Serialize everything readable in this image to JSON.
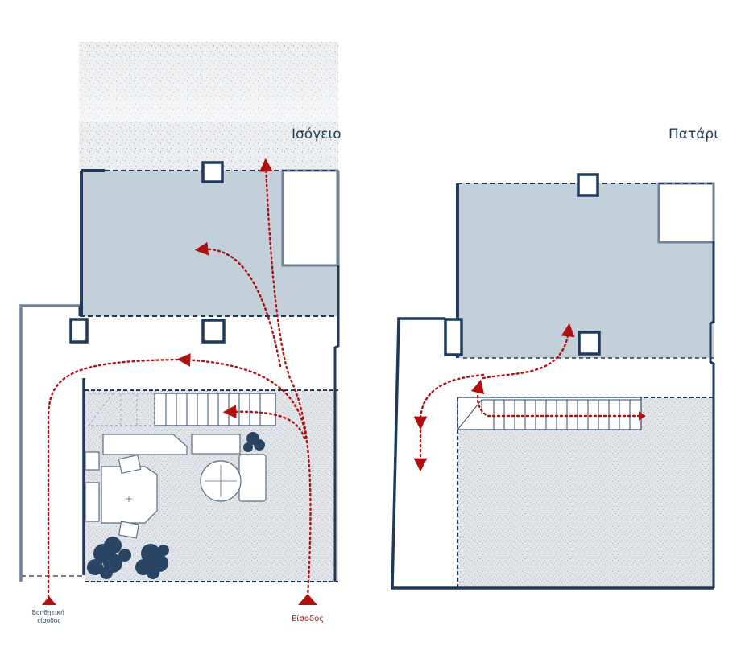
{
  "ground_floor": {
    "title": "Ισόγειο",
    "main_entrance_label": "Είσοδος",
    "service_entrance_label": "Βοηθητική είσοδος",
    "service_entrance_lines": [
      "Βοηθητική",
      "είσοδος"
    ]
  },
  "mezzanine": {
    "title": "Πατάρι"
  },
  "colors": {
    "wall": "#1f3a5a",
    "wall_light": "#6f8196",
    "slab_fill": "#c3cfd9",
    "terrazzo_fill": "#e3e6ea",
    "stipple": "#8d97a3",
    "route": "#b01010",
    "planting": "#2a4563"
  },
  "icons": [
    "entrance-arrow-icon",
    "route-arrowhead-icon",
    "column-icon",
    "stair-icon",
    "tree-icon"
  ]
}
